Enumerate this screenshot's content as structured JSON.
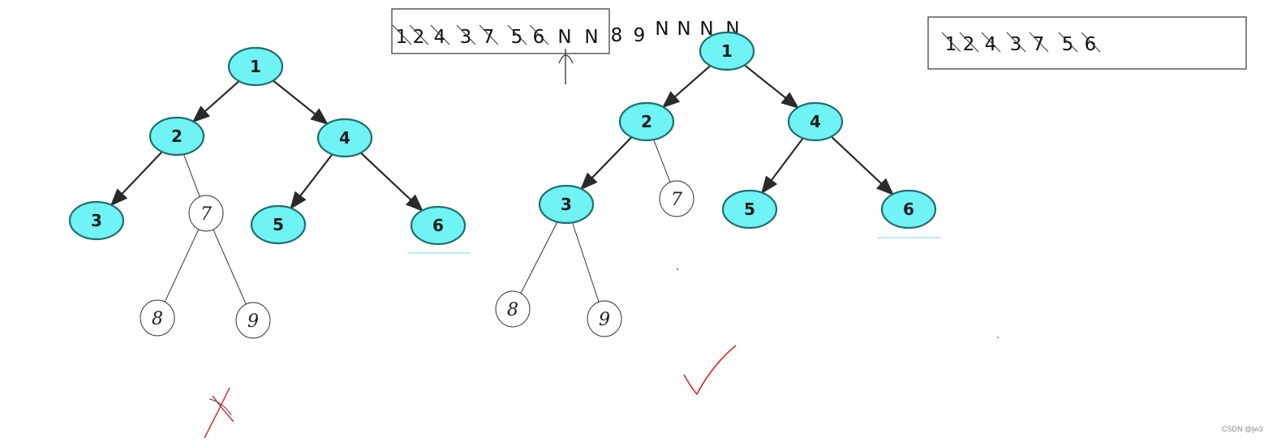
{
  "colors": {
    "node_fill": "#6ff3f4",
    "node_stroke": "#1f6e6e",
    "edge": "#2a2a2a",
    "hand_ink": "#333333",
    "cross_mark": "#d62020",
    "check_mark": "#d62020",
    "highlight": "#bfe8ff"
  },
  "sequences": {
    "left_boxed": [
      "1",
      "2",
      "4",
      "3",
      "7",
      "5",
      "6",
      "N",
      "N"
    ],
    "left_tail": [
      "8",
      "9",
      "N",
      "N",
      "N",
      "N"
    ],
    "right_boxed": [
      "1",
      "2",
      "4",
      "3",
      "7",
      "5",
      "6"
    ]
  },
  "tree_left": {
    "nodes": [
      {
        "id": "1",
        "label": "1",
        "style": "filled"
      },
      {
        "id": "2",
        "label": "2",
        "style": "filled"
      },
      {
        "id": "4",
        "label": "4",
        "style": "filled"
      },
      {
        "id": "3",
        "label": "3",
        "style": "filled"
      },
      {
        "id": "7",
        "label": "7",
        "style": "hand"
      },
      {
        "id": "5",
        "label": "5",
        "style": "filled"
      },
      {
        "id": "6",
        "label": "6",
        "style": "filled"
      },
      {
        "id": "8",
        "label": "8",
        "style": "hand"
      },
      {
        "id": "9",
        "label": "9",
        "style": "hand"
      }
    ],
    "edges": [
      {
        "from": "1",
        "to": "2",
        "style": "arrow"
      },
      {
        "from": "1",
        "to": "4",
        "style": "arrow"
      },
      {
        "from": "2",
        "to": "3",
        "style": "arrow"
      },
      {
        "from": "2",
        "to": "7",
        "style": "hand"
      },
      {
        "from": "4",
        "to": "5",
        "style": "arrow"
      },
      {
        "from": "4",
        "to": "6",
        "style": "arrow"
      },
      {
        "from": "7",
        "to": "8",
        "style": "hand"
      },
      {
        "from": "7",
        "to": "9",
        "style": "hand"
      }
    ],
    "verdict": "cross"
  },
  "tree_right": {
    "nodes": [
      {
        "id": "1",
        "label": "1",
        "style": "filled"
      },
      {
        "id": "2",
        "label": "2",
        "style": "filled"
      },
      {
        "id": "4",
        "label": "4",
        "style": "filled"
      },
      {
        "id": "3",
        "label": "3",
        "style": "filled"
      },
      {
        "id": "7",
        "label": "7",
        "style": "hand"
      },
      {
        "id": "5",
        "label": "5",
        "style": "filled"
      },
      {
        "id": "6",
        "label": "6",
        "style": "filled"
      },
      {
        "id": "8",
        "label": "8",
        "style": "hand"
      },
      {
        "id": "9",
        "label": "9",
        "style": "hand"
      }
    ],
    "edges": [
      {
        "from": "1",
        "to": "2",
        "style": "arrow"
      },
      {
        "from": "1",
        "to": "4",
        "style": "arrow"
      },
      {
        "from": "2",
        "to": "3",
        "style": "arrow"
      },
      {
        "from": "2",
        "to": "7",
        "style": "hand"
      },
      {
        "from": "4",
        "to": "5",
        "style": "arrow"
      },
      {
        "from": "4",
        "to": "6",
        "style": "arrow"
      },
      {
        "from": "3",
        "to": "8",
        "style": "hand"
      },
      {
        "from": "3",
        "to": "9",
        "style": "hand"
      }
    ],
    "verdict": "check"
  },
  "watermark": "CSDN @jw3"
}
